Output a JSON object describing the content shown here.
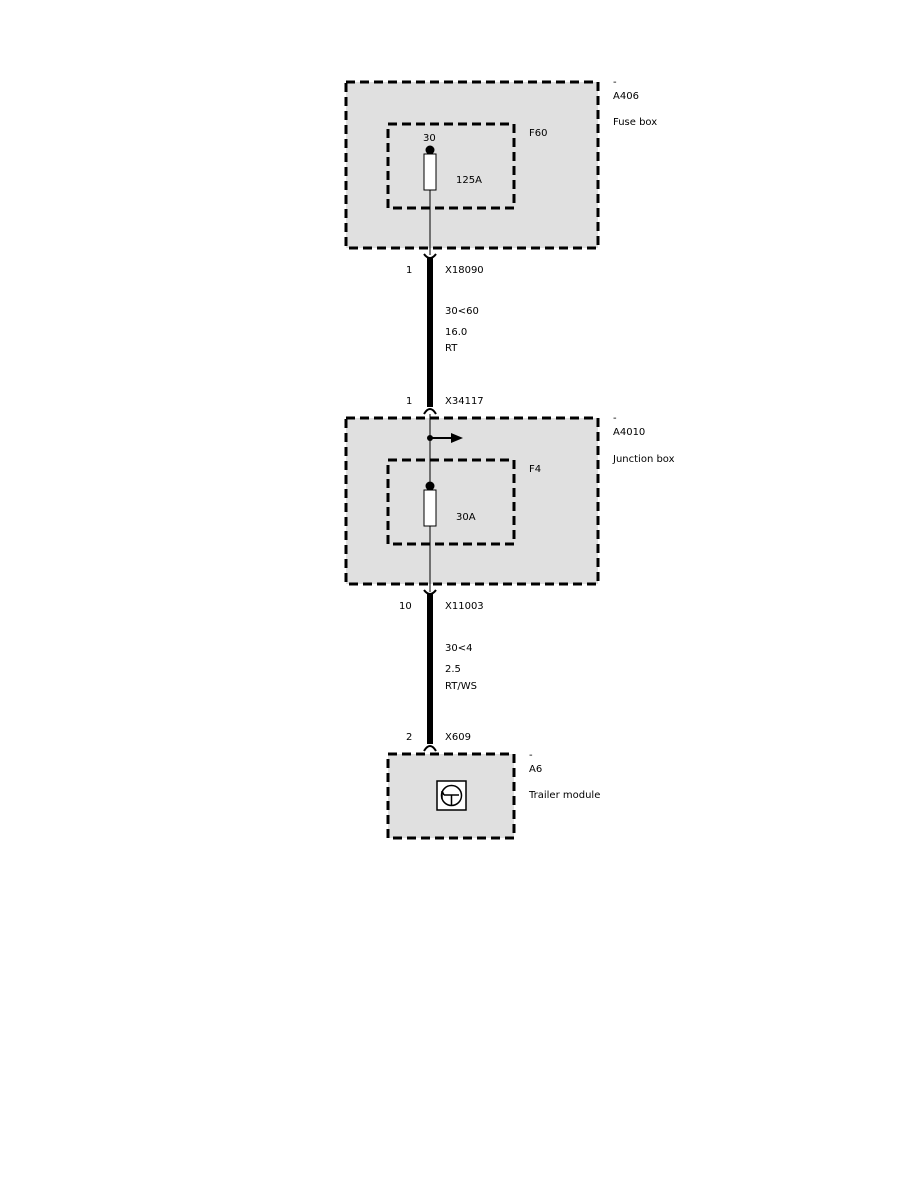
{
  "components": [
    {
      "dash": "-",
      "id": "A406",
      "name": "Fuse box"
    },
    {
      "dash": "-",
      "id": "A4010",
      "name": "Junction box"
    },
    {
      "dash": "-",
      "id": "A6",
      "name": "Trailer module"
    }
  ],
  "fuses": [
    {
      "id": "F60",
      "terminal": "30",
      "rating": "125A"
    },
    {
      "id": "F4",
      "rating": "30A"
    }
  ],
  "wires": [
    {
      "top_pin": "1",
      "top_connector": "X18090",
      "circuit": "30<60",
      "gauge": "16.0",
      "color": "RT",
      "bottom_pin": "1",
      "bottom_connector": "X34117"
    },
    {
      "top_pin": "10",
      "top_connector": "X11003",
      "circuit": "30<4",
      "gauge": "2.5",
      "color": "RT/WS",
      "bottom_pin": "2",
      "bottom_connector": "X609"
    }
  ],
  "colors": {
    "box_fill": "#e0e0e0",
    "line": "#000000"
  }
}
